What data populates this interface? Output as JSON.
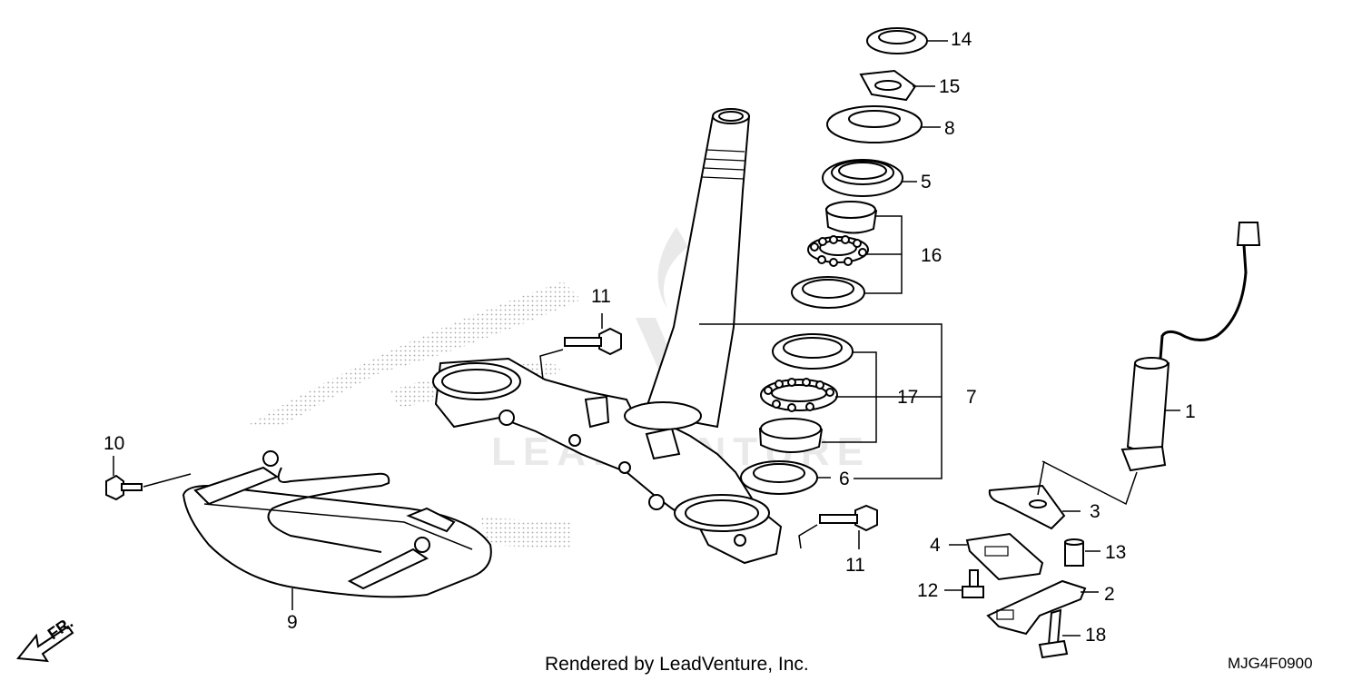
{
  "diagram": {
    "watermark_text": "LEADVENTURE",
    "callouts": {
      "p1": "1",
      "p2": "2",
      "p3": "3",
      "p4": "4",
      "p5": "5",
      "p6": "6",
      "p7": "7",
      "p8": "8",
      "p9": "9",
      "p10": "10",
      "p11a": "11",
      "p11b": "11",
      "p12": "12",
      "p13": "13",
      "p14": "14",
      "p15": "15",
      "p16": "16",
      "p17": "17",
      "p18": "18"
    },
    "direction_label": "FR.",
    "icons": [
      "front-direction-arrow-icon",
      "leadventure-logo-watermark"
    ]
  },
  "footer": {
    "credit": "Rendered by LeadVenture, Inc.",
    "code": "MJG4F0900"
  }
}
